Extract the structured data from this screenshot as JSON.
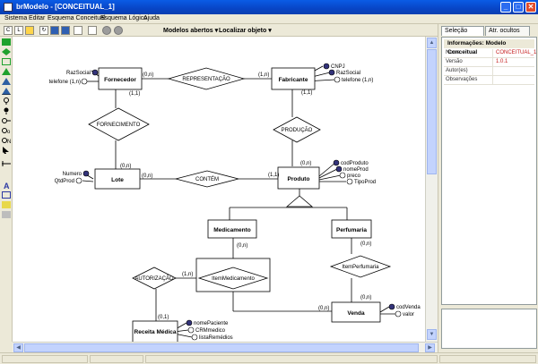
{
  "window": {
    "title": "brModelo - [CONCEITUAL_1]"
  },
  "menu": [
    "Sistema",
    "Editar",
    "Esquema Conceitual",
    "Esquema Lógico",
    "Ajuda"
  ],
  "toolbar": {
    "models_label": "Modelos abertos",
    "locate_label": "Localizar objeto"
  },
  "panel": {
    "tabs": [
      "Seleção",
      "Atr. ocultos"
    ],
    "header": "Informações: Modelo Conceitual",
    "props": [
      {
        "key": "Nome",
        "value": "CONCEITUAL_1"
      },
      {
        "key": "Versão",
        "value": "1.0.1"
      },
      {
        "key": "Autor(es)",
        "value": ""
      },
      {
        "key": "Observações",
        "value": ""
      }
    ]
  },
  "diagram": {
    "entities": {
      "fornecedor": "Fornecedor",
      "fabricante": "Fabricante",
      "lote": "Lote",
      "produto": "Produto",
      "medicamento": "Medicamento",
      "perfumaria": "Perfumaria",
      "receita": "Receita Médica",
      "venda": "Venda"
    },
    "relationships": {
      "representacao": "REPRESENTAÇÃO",
      "fornecimento": "FORNECIMENTO",
      "producao": "PRODUÇÃO",
      "contem": "CONTÉM",
      "autorizacao": "AUTORIZAÇÃO",
      "item_medicamento": "ItemMedicamento",
      "item_perfumaria": "ItemPerfumaria"
    },
    "cardinalities": {
      "forn_rep": "(0,n)",
      "fab_rep": "(1,n)",
      "forn_down": "(1,1)",
      "fab_down": "(1,1)",
      "lote_up": "(0,n)",
      "lote_contem": "(0,n)",
      "prod_contem": "(1,1)",
      "prod_up": "(0,n)",
      "med_down": "(0,n)",
      "aut_itemmed": "(1,n)",
      "receita_up": "(0,1)",
      "venda_itemmed": "(0,n)",
      "perf_down": "(0,n)",
      "venda_up": "(0,n)"
    },
    "attributes": {
      "forn_razao": "RazSocial",
      "forn_tel": "telefone (1,n)",
      "fab_cnpj": "CNPJ",
      "fab_razao": "RazSocial",
      "fab_tel": "telefone (1,n)",
      "lote_num": "Numero",
      "lote_qtd": "QtdProd",
      "prod_cod": "codProduto",
      "prod_nome": "nomeProd",
      "prod_preco": "preco",
      "prod_tipo": "TipoProd",
      "rec_nome": "nomePaciente",
      "rec_crm": "CRMmedico",
      "rec_lista": "listaRemédios",
      "venda_cod": "codVenda",
      "venda_valor": "valor"
    }
  },
  "colors": {
    "key_attr": "#33337a",
    "title_bar": "#0a5ce6"
  }
}
